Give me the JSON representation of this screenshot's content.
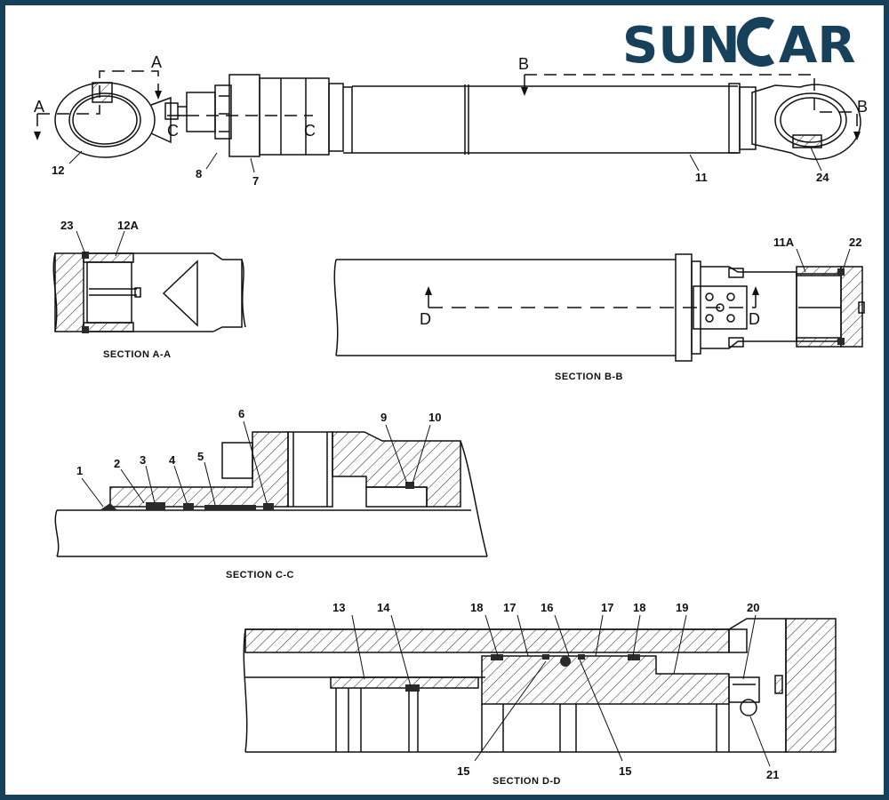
{
  "brand": {
    "name_left": "SUN",
    "name_right": "AR"
  },
  "top_view": {
    "section_letters": [
      "A",
      "A",
      "B",
      "B",
      "C",
      "C"
    ],
    "part_numbers": [
      "12",
      "8",
      "7",
      "11",
      "24"
    ]
  },
  "section_aa": {
    "caption": "SECTION A-A",
    "part_numbers": [
      "23",
      "12A"
    ]
  },
  "section_bb": {
    "caption": "SECTION B-B",
    "section_letters": [
      "D",
      "D"
    ],
    "part_numbers": [
      "11A",
      "22"
    ]
  },
  "section_cc": {
    "caption": "SECTION C-C",
    "part_numbers": [
      "1",
      "2",
      "3",
      "4",
      "5",
      "6",
      "9",
      "10"
    ]
  },
  "section_dd": {
    "caption": "SECTION D-D",
    "part_numbers_top": [
      "13",
      "14",
      "18",
      "17",
      "16",
      "17",
      "18",
      "19",
      "20"
    ],
    "part_numbers_bottom": [
      "15",
      "15",
      "21"
    ]
  },
  "colors": {
    "frame": "#17405a",
    "ink": "#111111",
    "seal": "#2a2a2a"
  }
}
